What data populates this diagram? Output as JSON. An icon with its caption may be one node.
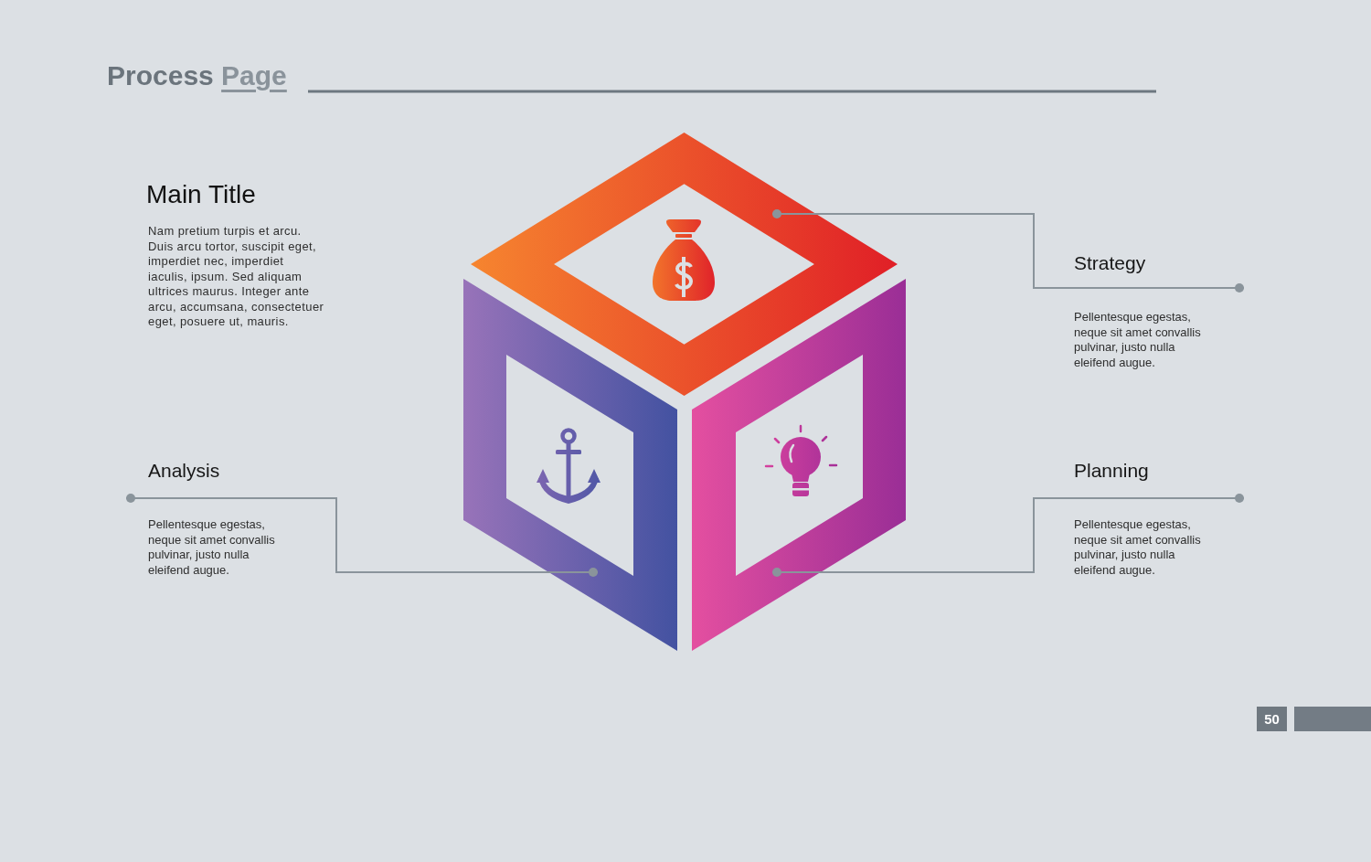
{
  "diagram": {
    "title": "Process Page",
    "nodes": [
      {
        "text": [],
        "shape": "diamond"
      },
      {
        "text": [
          "Strategy",
          "Pellentesque egestas, neque sit amet convallis pulvinar, justo nulla eleifend augue."
        ]
      },
      {
        "text": [],
        "shape": "parallelogram"
      },
      {
        "text": [],
        "shape": "parallelogram"
      },
      {
        "text": [
          "Analysis",
          "Pellentesque egestas, neque sit amet convallis pulvinar, justo nulla eleifend augue."
        ]
      },
      {
        "text": [
          "Planning",
          "Pellentesque egestas, neque sit amet convallis pulvinar, justo nulla eleifend augue."
        ]
      }
    ],
    "edges": [
      {
        "from": 1,
        "to": 0,
        "arrow": "other"
      },
      {
        "from": 4,
        "to": 2,
        "arrow": "other"
      },
      {
        "from": 5,
        "to": 3,
        "arrow": "other"
      }
    ],
    "labels": [
      "Main Title",
      "Nam pretium turpis et arcu. Duis arcu tortor, suscipit eget, imperdiet nec, imperdiet iaculis, ipsum. Sed aliquam ultrices maurus. Integer ante arcu, accumsana, consectetuer eget, posuere ut, mauris.",
      "50"
    ]
  }
}
